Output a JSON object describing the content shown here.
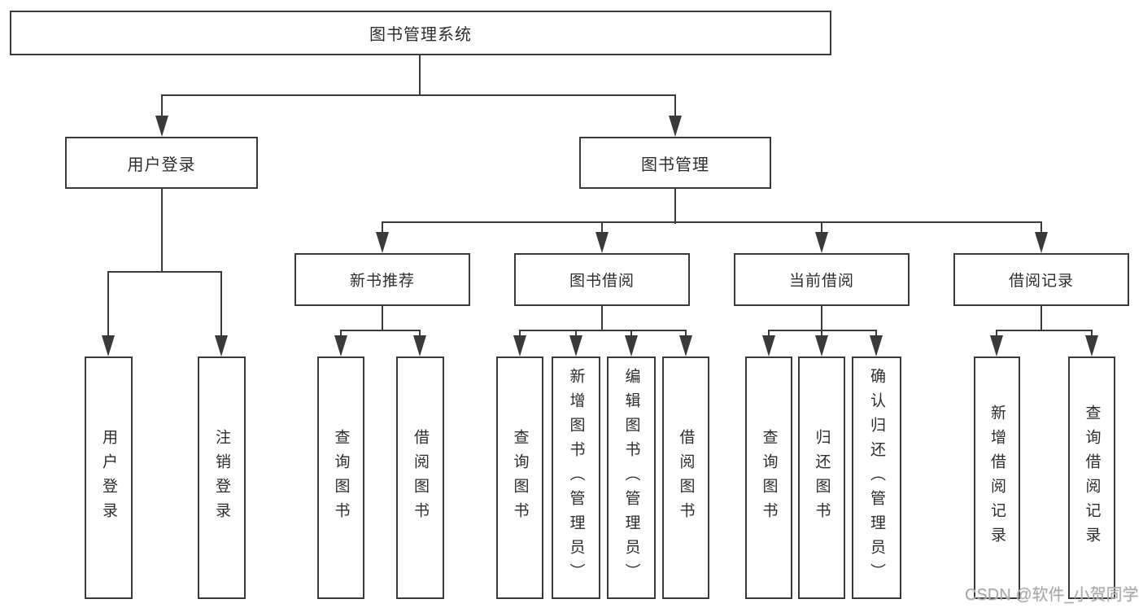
{
  "tree": {
    "root": "图书管理系统",
    "user": {
      "label": "用户登录",
      "children": [
        "用户登录",
        "注销登录"
      ]
    },
    "book": {
      "label": "图书管理",
      "groups": [
        {
          "label": "新书推荐",
          "children": [
            "查询图书",
            "借阅图书"
          ]
        },
        {
          "label": "图书借阅",
          "children": [
            "查询图书",
            "新增图书（管理员）",
            "编辑图书（管理员）",
            "借阅图书"
          ]
        },
        {
          "label": "当前借阅",
          "children": [
            "查询图书",
            "归还图书",
            "确认归还（管理员）"
          ]
        },
        {
          "label": "借阅记录",
          "children": [
            "新增借阅记录",
            "查询借阅记录"
          ]
        }
      ]
    }
  },
  "watermark": "CSDN @软件_小贺同学",
  "colors": {
    "line": "#3a3a3a",
    "text": "#2d2d2d",
    "background": "#ffffff",
    "watermark": "#a2a2a2"
  }
}
